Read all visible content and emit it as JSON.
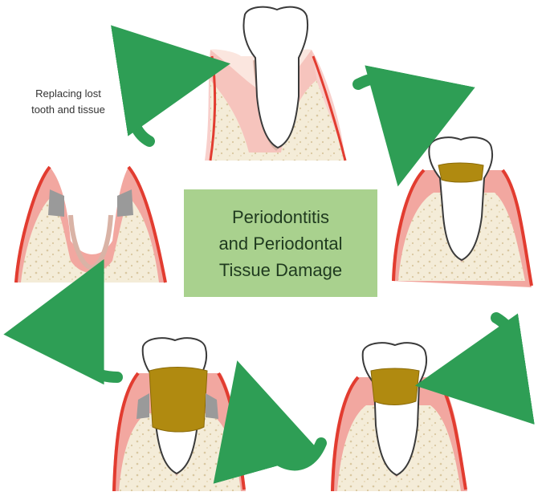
{
  "diagram": {
    "center_title_lines": [
      "Periodontitis",
      "and Periodontal",
      "Tissue Damage"
    ],
    "side_label_lines": [
      "Replacing lost",
      "tooth and tissue"
    ],
    "colors": {
      "gum": "#f2a7a0",
      "gum_edge": "#e23c30",
      "bone": "#f4ecd8",
      "bone_dot": "#d9c7a0",
      "tooth": "#ffffff",
      "tooth_outline": "#3a3a3a",
      "root_membrane": "#d9b3a6",
      "calculus": "#b08a10",
      "calculus_edge": "#8a6a08",
      "implant": "#9a9a9a",
      "arrow": "#2e9e55",
      "arrow_dark": "#1f7a3e",
      "center_box": "#a9d18e"
    },
    "stages": [
      "healthy",
      "gingivitis",
      "early-periodontitis",
      "advanced-periodontitis",
      "tooth-loss"
    ]
  }
}
